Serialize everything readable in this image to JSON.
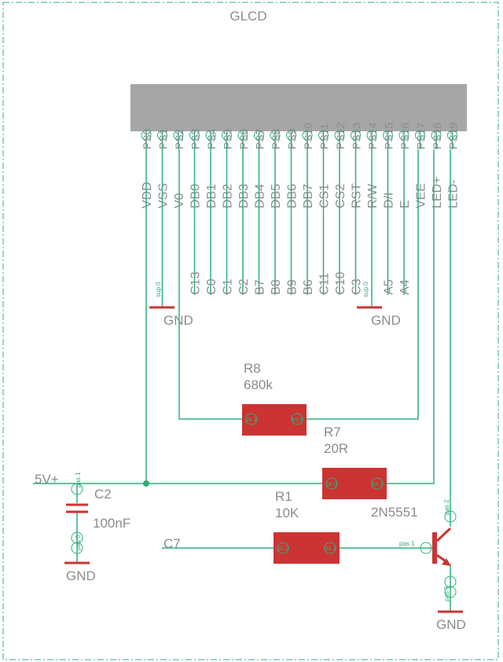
{
  "title": "GLCD",
  "header_pins": [
    {
      "pin": "PS0",
      "signal": "VDD",
      "net": ""
    },
    {
      "pin": "PS1",
      "signal": "VSS",
      "net": ""
    },
    {
      "pin": "PS2",
      "signal": "V0",
      "net": ""
    },
    {
      "pin": "PS3",
      "signal": "DB0",
      "net": "C13"
    },
    {
      "pin": "PS4",
      "signal": "DB1",
      "net": "C0"
    },
    {
      "pin": "PS5",
      "signal": "DB2",
      "net": "C1"
    },
    {
      "pin": "PS6",
      "signal": "DB3",
      "net": "C2"
    },
    {
      "pin": "PS7",
      "signal": "DB4",
      "net": "B7"
    },
    {
      "pin": "PS8",
      "signal": "DB5",
      "net": "B8"
    },
    {
      "pin": "PS9",
      "signal": "DB6",
      "net": "B9"
    },
    {
      "pin": "PS10",
      "signal": "DB7",
      "net": "B6"
    },
    {
      "pin": "PS11",
      "signal": "CS1",
      "net": "C11"
    },
    {
      "pin": "PS12",
      "signal": "CS2",
      "net": "C10"
    },
    {
      "pin": "PS13",
      "signal": "RST",
      "net": "C3"
    },
    {
      "pin": "PS14",
      "signal": "R/W",
      "net": ""
    },
    {
      "pin": "PS15",
      "signal": "D/I",
      "net": "A5"
    },
    {
      "pin": "PS16",
      "signal": "E",
      "net": "A4"
    },
    {
      "pin": "PS17",
      "signal": "VEE",
      "net": ""
    },
    {
      "pin": "PS18",
      "signal": "LED+",
      "net": ""
    },
    {
      "pin": "PS19",
      "signal": "LED-",
      "net": ""
    }
  ],
  "pin_tiny_label": "sup 0",
  "gnd_label": "GND",
  "net_5v": "5V+",
  "net_c7": "C7",
  "r8": {
    "name": "R8",
    "value": "680k"
  },
  "r7": {
    "name": "R7",
    "value": "20R"
  },
  "r1": {
    "name": "R1",
    "value": "10K"
  },
  "c2": {
    "name": "C2",
    "value": "100nF"
  },
  "q1": {
    "part": "2N5551"
  },
  "pad_labels": {
    "p0": "ps 0",
    "p1": "ps 1",
    "pas1": "pas 1",
    "pas2": "pas 2",
    "pas0": "pas 0"
  }
}
